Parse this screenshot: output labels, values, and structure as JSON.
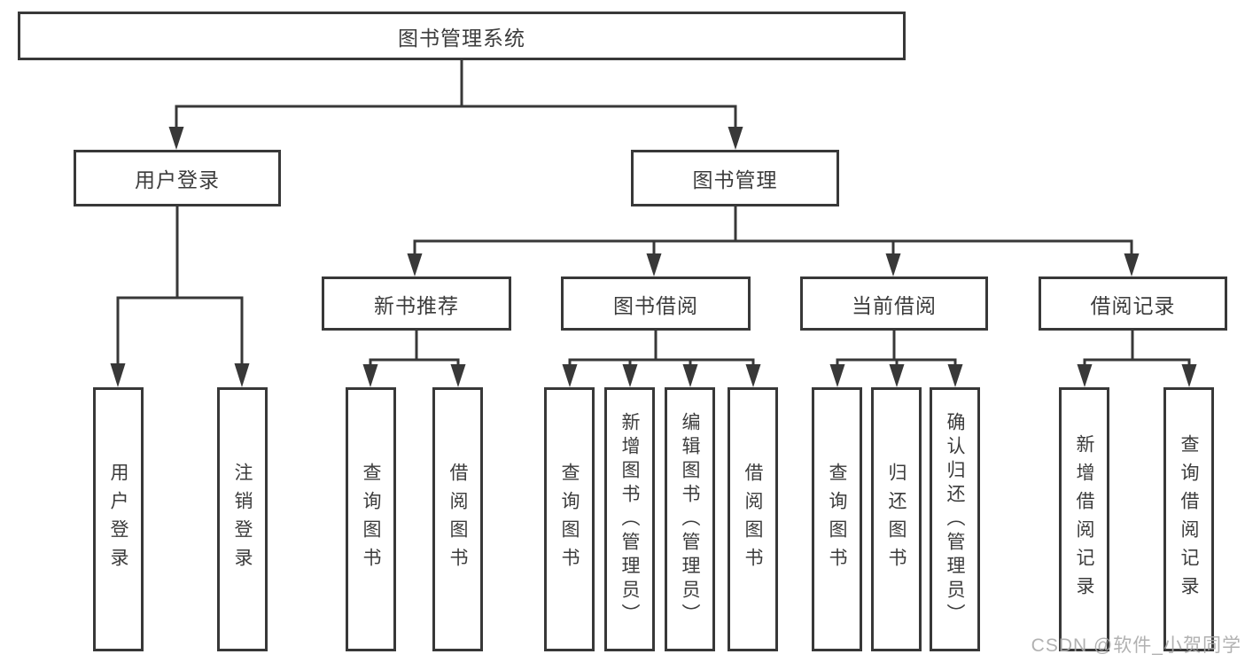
{
  "diagram": {
    "root": {
      "label": "图书管理系统"
    },
    "level2": [
      {
        "label": "用户登录"
      },
      {
        "label": "图书管理"
      }
    ],
    "level3": [
      {
        "label": "新书推荐"
      },
      {
        "label": "图书借阅"
      },
      {
        "label": "当前借阅"
      },
      {
        "label": "借阅记录"
      }
    ],
    "leaf_groups": [
      {
        "parent": "用户登录",
        "items": [
          {
            "label": "用户登录"
          },
          {
            "label": "注销登录"
          }
        ]
      },
      {
        "parent": "新书推荐",
        "items": [
          {
            "label": "查询图书"
          },
          {
            "label": "借阅图书"
          }
        ]
      },
      {
        "parent": "图书借阅",
        "items": [
          {
            "label": "查询图书"
          },
          {
            "label": "新增图书（管理员）"
          },
          {
            "label": "编辑图书（管理员）"
          },
          {
            "label": "借阅图书"
          }
        ]
      },
      {
        "parent": "当前借阅",
        "items": [
          {
            "label": "查询图书"
          },
          {
            "label": "归还图书"
          },
          {
            "label": "确认归还（管理员）"
          }
        ]
      },
      {
        "parent": "借阅记录",
        "items": [
          {
            "label": "新增借阅记录"
          },
          {
            "label": "查询借阅记录"
          }
        ]
      }
    ]
  },
  "watermark": {
    "text": "CSDN @软件_小贺同学"
  },
  "colors": {
    "line": "#383838",
    "box_border": "#383838",
    "text": "#3c3c3c",
    "watermark": "#a8a8a8",
    "background": "#ffffff"
  }
}
